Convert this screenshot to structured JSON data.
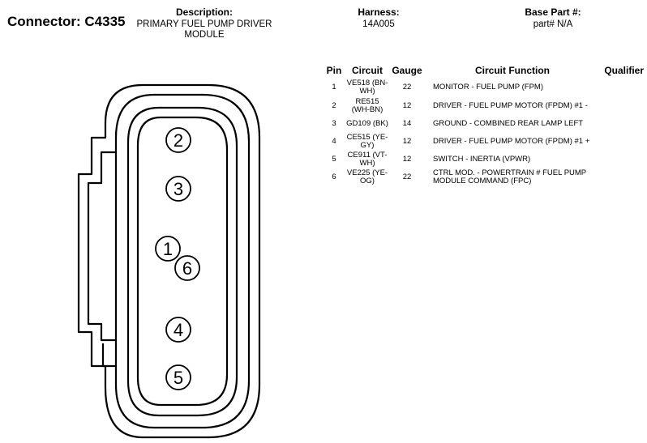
{
  "connector": {
    "label": "Connector: C4335"
  },
  "description": {
    "label": "Description:",
    "value": "PRIMARY FUEL PUMP DRIVER MODULE"
  },
  "harness": {
    "label": "Harness:",
    "value": "14A005"
  },
  "base_part": {
    "label": "Base Part #:",
    "value": "part# N/A"
  },
  "table": {
    "headers": {
      "pin": "Pin",
      "circuit": "Circuit",
      "gauge": "Gauge",
      "function": "Circuit Function",
      "qualifier": "Qualifier"
    },
    "rows": [
      {
        "pin": "1",
        "circuit": "VE518 (BN-WH)",
        "gauge": "22",
        "function": "MONITOR - FUEL PUMP (FPM)",
        "qualifier": ""
      },
      {
        "pin": "2",
        "circuit": "RE515 (WH-BN)",
        "gauge": "12",
        "function": "DRIVER - FUEL PUMP MOTOR (FPDM) #1 -",
        "qualifier": ""
      },
      {
        "pin": "3",
        "circuit": "GD109 (BK)",
        "gauge": "14",
        "function": "GROUND - COMBINED REAR LAMP LEFT",
        "qualifier": ""
      },
      {
        "pin": "4",
        "circuit": "CE515 (YE-GY)",
        "gauge": "12",
        "function": "DRIVER - FUEL PUMP MOTOR (FPDM) #1 +",
        "qualifier": ""
      },
      {
        "pin": "5",
        "circuit": "CE911 (VT-WH)",
        "gauge": "12",
        "function": "SWITCH - INERTIA (VPWR)",
        "qualifier": ""
      },
      {
        "pin": "6",
        "circuit": "VE225 (YE-OG)",
        "gauge": "22",
        "function": "CTRL MOD. - POWERTRAIN # FUEL PUMP MODULE COMMAND (FPC)",
        "qualifier": ""
      }
    ]
  },
  "diagram": {
    "pin_labels": {
      "p2": "2",
      "p3": "3",
      "p1": "1",
      "p6": "6",
      "p4": "4",
      "p5": "5"
    }
  }
}
